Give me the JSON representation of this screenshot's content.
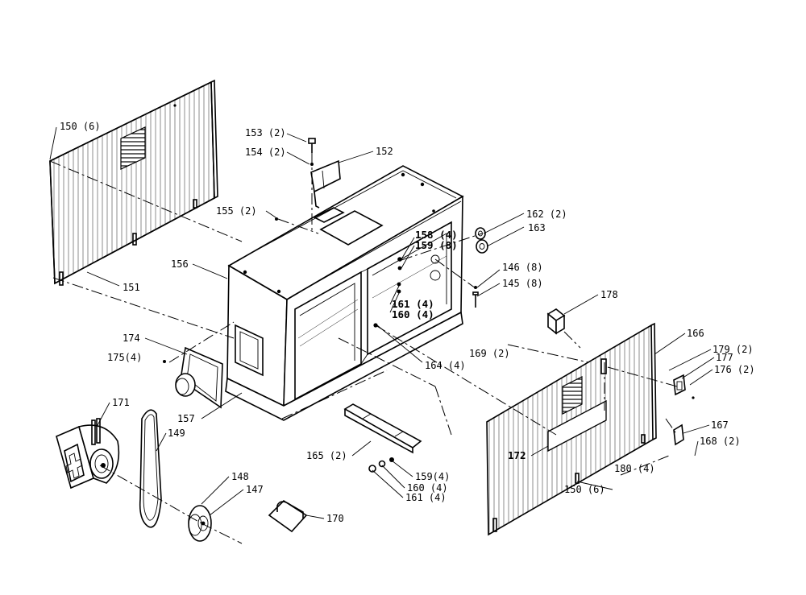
{
  "callouts": {
    "c150a": "150 (6)",
    "c151": "151",
    "c152": "152",
    "c153": "153 (2)",
    "c154": "154 (2)",
    "c155": "155 (2)",
    "c156": "156",
    "c157": "157",
    "c158": "158 (4)",
    "c159a": "159 (8)",
    "c160a": "160 (4)",
    "c161a": "161 (4)",
    "c162": "162 (2)",
    "c163": "163",
    "c164": "164 (4)",
    "c145": "145 (8)",
    "c146": "146 (8)",
    "c169": "169 (2)",
    "c178": "178",
    "c166": "166",
    "c179": "179 (2)",
    "c177": "177",
    "c176": "176 (2)",
    "c167": "167",
    "c168": "168 (2)",
    "c172": "172",
    "c180": "180 (4)",
    "c150b": "150 (6)",
    "c174": "174",
    "c175": "175(4)",
    "c171": "171",
    "c149": "149",
    "c148": "148",
    "c147": "147",
    "c165": "165 (2)",
    "c159b": "159(4)",
    "c160b": "160 (4)",
    "c161b": "161 (4)",
    "c170": "170"
  }
}
